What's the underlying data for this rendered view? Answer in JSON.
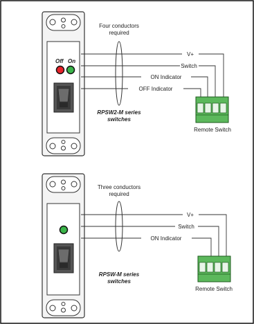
{
  "top": {
    "conductors_line1": "Four conductors",
    "conductors_line2": "required",
    "led_off": "Off",
    "led_on": "On",
    "wires": [
      "V+",
      "Switch",
      "ON Indicator",
      "OFF Indicator"
    ],
    "model_line1": "RPSW2-M series",
    "model_line2": "switches",
    "remote_label": "Remote Switch"
  },
  "bottom": {
    "conductors_line1": "Three conductors",
    "conductors_line2": "required",
    "wires": [
      "V+",
      "Switch",
      "ON Indicator"
    ],
    "model_line1": "RPSW-M series",
    "model_line2": "switches",
    "remote_label": "Remote Switch"
  },
  "colors": {
    "led_red": "#e8232a",
    "led_green": "#3bb54a",
    "terminal_green": "#5cb85c",
    "plate": "#f4f4f4"
  }
}
